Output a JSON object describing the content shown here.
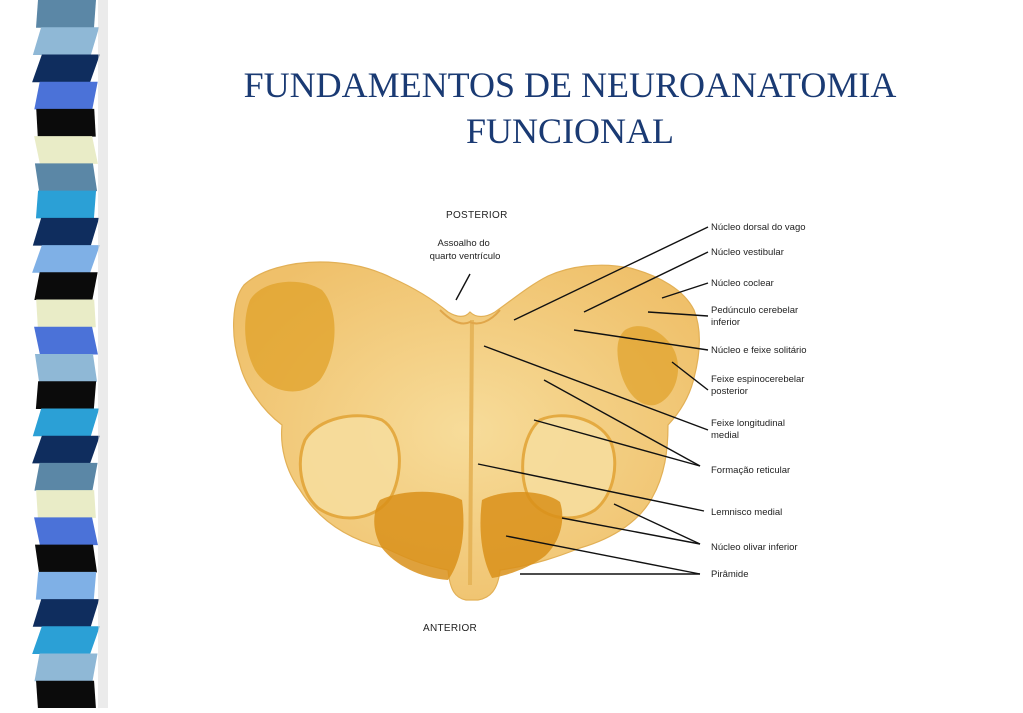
{
  "slide": {
    "title_line1": "FUNDAMENTOS DE  NEUROANATOMIA",
    "title_line2": "FUNCIONAL"
  },
  "diagram": {
    "posterior": "POSTERIOR",
    "anterior": "ANTERIOR",
    "floor_line1": "Assoalho do",
    "floor_line2": "quarto ventrículo",
    "labels": [
      {
        "id": "nucleo-dorsal-vago",
        "lines": [
          "Núcleo dorsal do vago"
        ]
      },
      {
        "id": "nucleo-vestibular",
        "lines": [
          "Núcleo vestibular"
        ]
      },
      {
        "id": "nucleo-coclear",
        "lines": [
          "Núcleo coclear"
        ]
      },
      {
        "id": "pedunculo-cerebelar-inferior",
        "lines": [
          "Pedúnculo cerebelar",
          "inferior"
        ]
      },
      {
        "id": "nucleo-feixe-solitario",
        "lines": [
          "Núcleo e feixe solitário"
        ]
      },
      {
        "id": "feixe-espinocerebelar-posterior",
        "lines": [
          "Feixe espinocerebelar",
          "posterior"
        ]
      },
      {
        "id": "feixe-longitudinal-medial",
        "lines": [
          "Feixe longitudinal",
          "medial"
        ]
      },
      {
        "id": "formacao-reticular",
        "lines": [
          "Formação reticular"
        ]
      },
      {
        "id": "lemnisco-medial",
        "lines": [
          "Lemnisco medial"
        ]
      },
      {
        "id": "nucleo-olivar-inferior",
        "lines": [
          "Núcleo olivar inferior"
        ]
      },
      {
        "id": "piramide",
        "lines": [
          "Pirâmide"
        ]
      }
    ]
  },
  "colors": {
    "title": "#1a3a73",
    "tissue": "#f4cf83",
    "tissue_dark": "#d99414",
    "stripe": [
      "#5b87a6",
      "#8fb8d6",
      "#0f2d5e",
      "#4b72d8",
      "#0b0b0b",
      "#e9ecc7",
      "#2ba0d6",
      "#7fb0e6"
    ]
  }
}
